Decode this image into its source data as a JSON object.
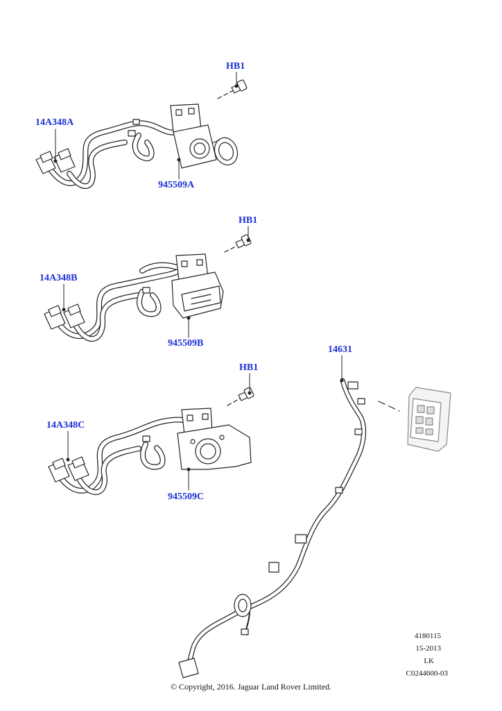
{
  "colors": {
    "callout": "#1a2fd6",
    "line": "#222222"
  },
  "callouts": {
    "hb1_a": "HB1",
    "harness_a": "14A348A",
    "socket_a": "945509A",
    "hb1_b": "HB1",
    "harness_b": "14A348B",
    "socket_b": "945509B",
    "hb1_c": "HB1",
    "harness_c": "14A348C",
    "socket_c": "945509C",
    "wiring_harness": "14631"
  },
  "reference": {
    "line1": "4180115",
    "line2": "15-2013",
    "line3": "LK",
    "line4": "C0244600-03"
  },
  "copyright": "© Copyright, 2016. Jaguar Land Rover Limited."
}
